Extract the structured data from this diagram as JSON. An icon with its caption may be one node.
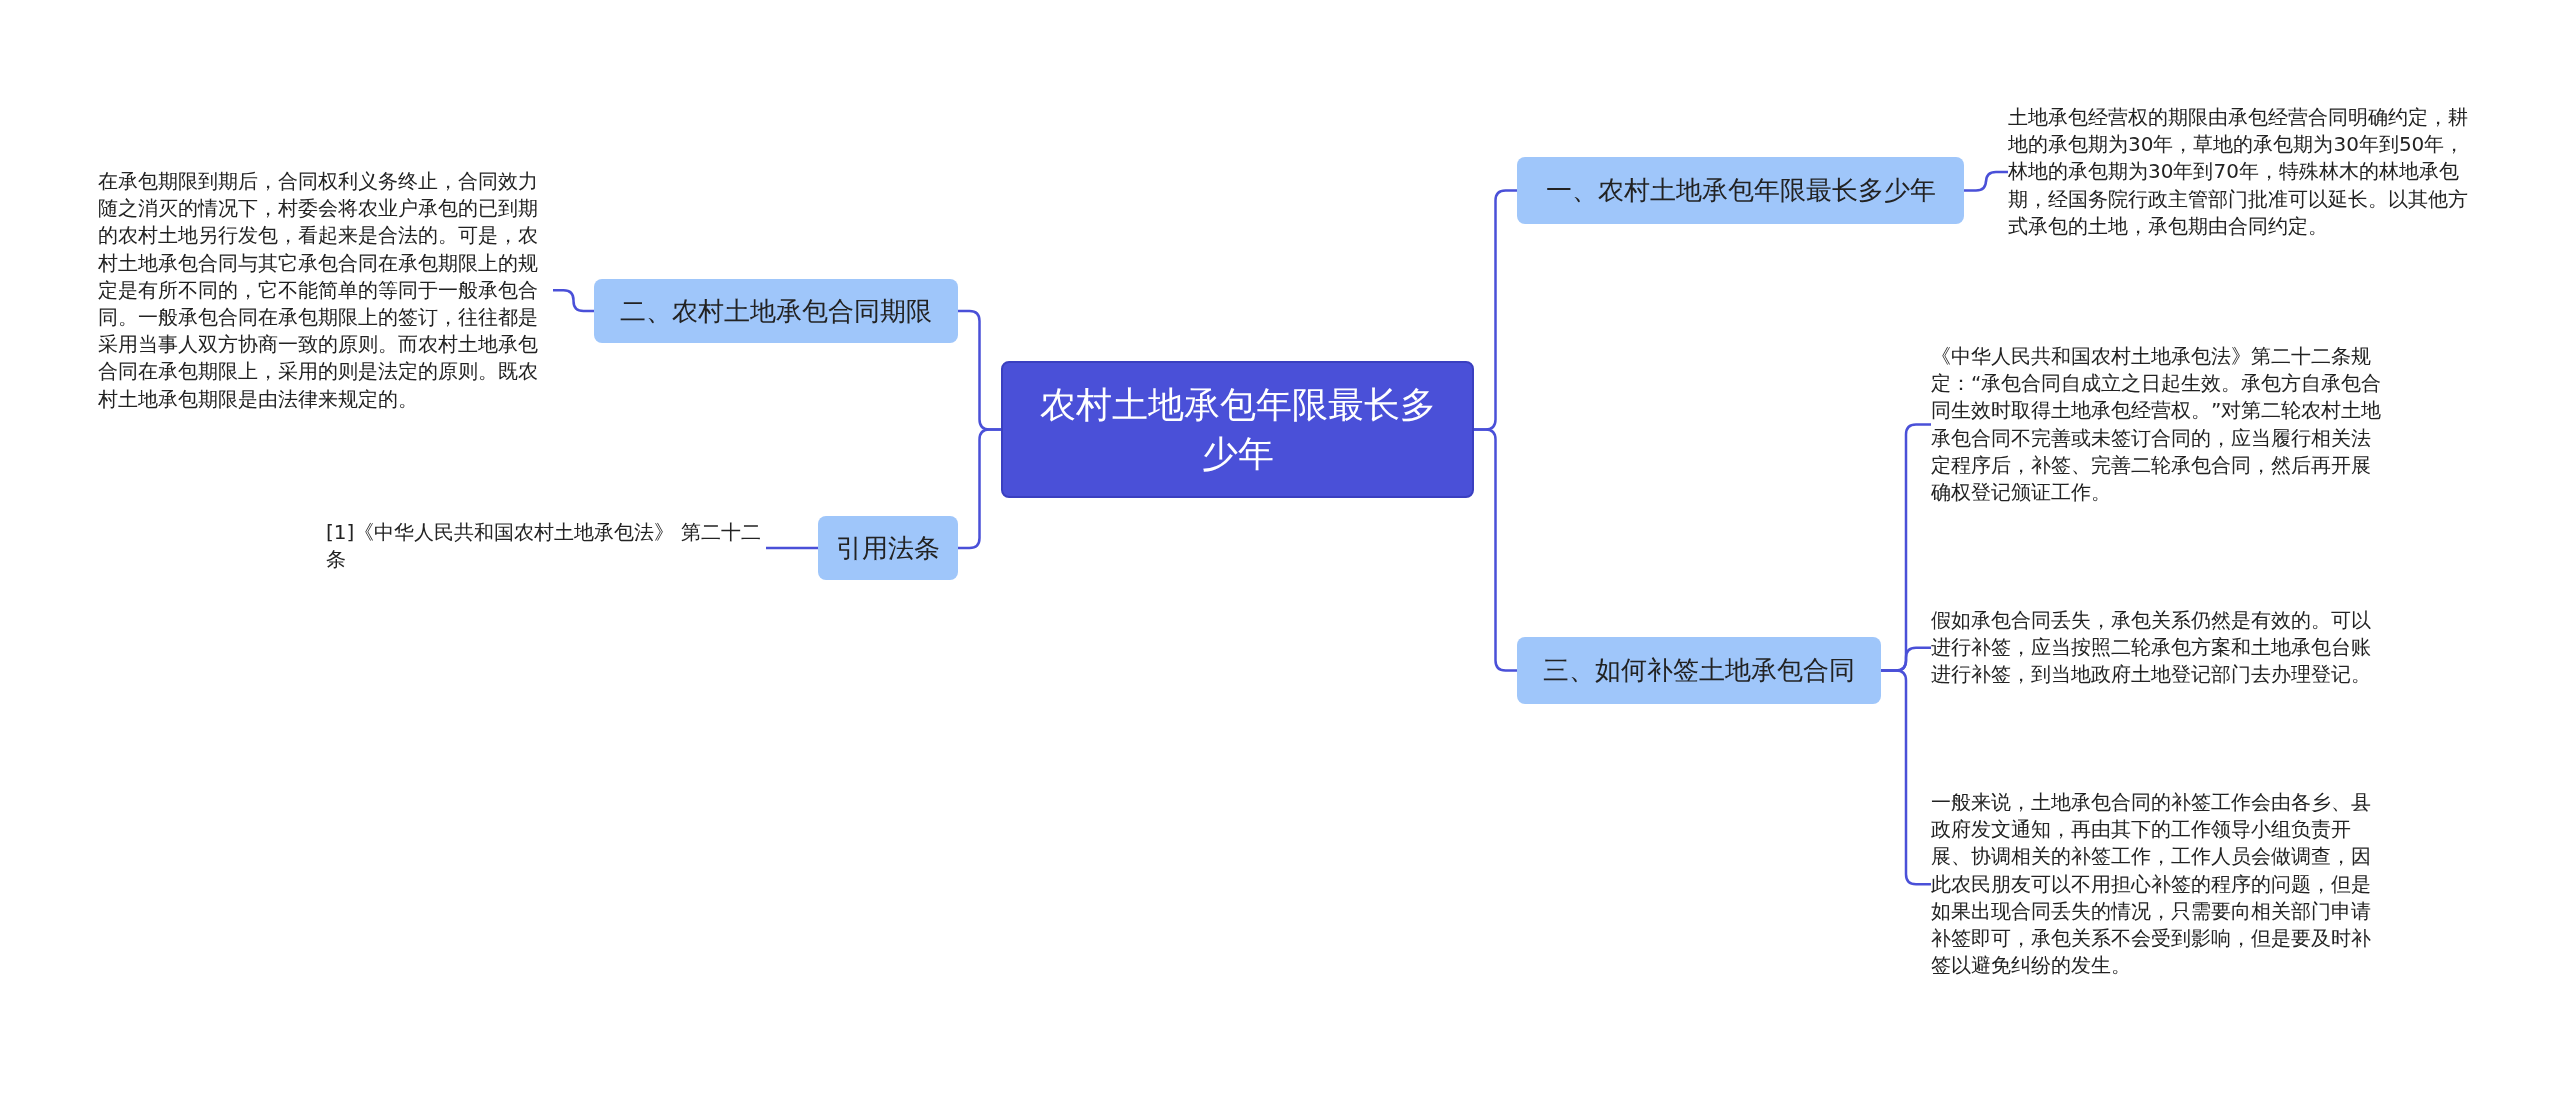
{
  "diagram": {
    "nodes": [
      {
        "text": [
          "农村土地承包年限最长多少年"
        ]
      },
      {
        "text": [
          "一、农村土地承包年限最长多少年"
        ]
      },
      {
        "text": [
          "土地承包经营权的期限由承包经营合同明确约定，耕地的承包期为30年，草地的承包期为30年到50年，林地的承包期为30年到70年，特殊林木的林地承包期，经国务院行政主管部门批准可以延长。以其他方式承包的土地，承包期由合同约定。"
        ]
      },
      {
        "text": [
          "三、如何补签土地承包合同"
        ]
      },
      {
        "text": [
          "《中华人民共和国农村土地承包法》第二十二条规定：“承包合同自成立之日起生效。承包方自承包合同生效时取得土地承包经营权。”对第二轮农村土地承包合同不完善或未签订合同的，应当履行相关法定程序后，补签、完善二轮承包合同，然后再开展确权登记颁证工作。"
        ]
      },
      {
        "text": [
          "假如承包合同丢失，承包关系仍然是有效的。可以进行补签，应当按照二轮承包方案和土地承包台账进行补签，到当地政府土地登记部门去办理登记。"
        ]
      },
      {
        "text": [
          "一般来说，土地承包合同的补签工作会由各乡、县政府发文通知，再由其下的工作领导小组负责开展、协调相关的补签工作，工作人员会做调查，因此农民朋友可以不用担心补签的程序的问题，但是如果出现合同丢失的情况，只需要向相关部门申请补签即可，承包关系不会受到影响，但是要及时补签以避免纠纷的发生。"
        ]
      },
      {
        "text": [
          "二、农村土地承包合同期限"
        ]
      },
      {
        "text": [
          "在承包期限到期后，合同权利义务终止，合同效力随之消灭的情况下，村委会将农业户承包的已到期的农村土地另行发包，看起来是合法的。可是，农村土地承包合同与其它承包合同在承包期限上的规定是有所不同的，它不能简单的等同于一般承包合同。一般承包合同在承包期限上的签订，往往都是采用当事人双方协商一致的原则。而农村土地承包合同在承包期限上，采用的则是法定的原则。既农村土地承包期限是由法律来规定的。"
        ]
      },
      {
        "text": [
          "引用法条"
        ]
      },
      {
        "text": [
          "[1]《中华人民共和国农村土地承包法》 第二十二条"
        ]
      }
    ],
    "edges": [
      {
        "from": 0,
        "to": 1,
        "arrow": "none"
      },
      {
        "from": 1,
        "to": 2,
        "arrow": "none"
      },
      {
        "from": 0,
        "to": 3,
        "arrow": "none"
      },
      {
        "from": 3,
        "to": 4,
        "arrow": "none"
      },
      {
        "from": 3,
        "to": 5,
        "arrow": "none"
      },
      {
        "from": 3,
        "to": 6,
        "arrow": "none"
      },
      {
        "from": 0,
        "to": 7,
        "arrow": "none"
      },
      {
        "from": 7,
        "to": 8,
        "arrow": "none"
      },
      {
        "from": 0,
        "to": 9,
        "arrow": "none"
      },
      {
        "from": 9,
        "to": 10,
        "arrow": "none"
      }
    ]
  }
}
